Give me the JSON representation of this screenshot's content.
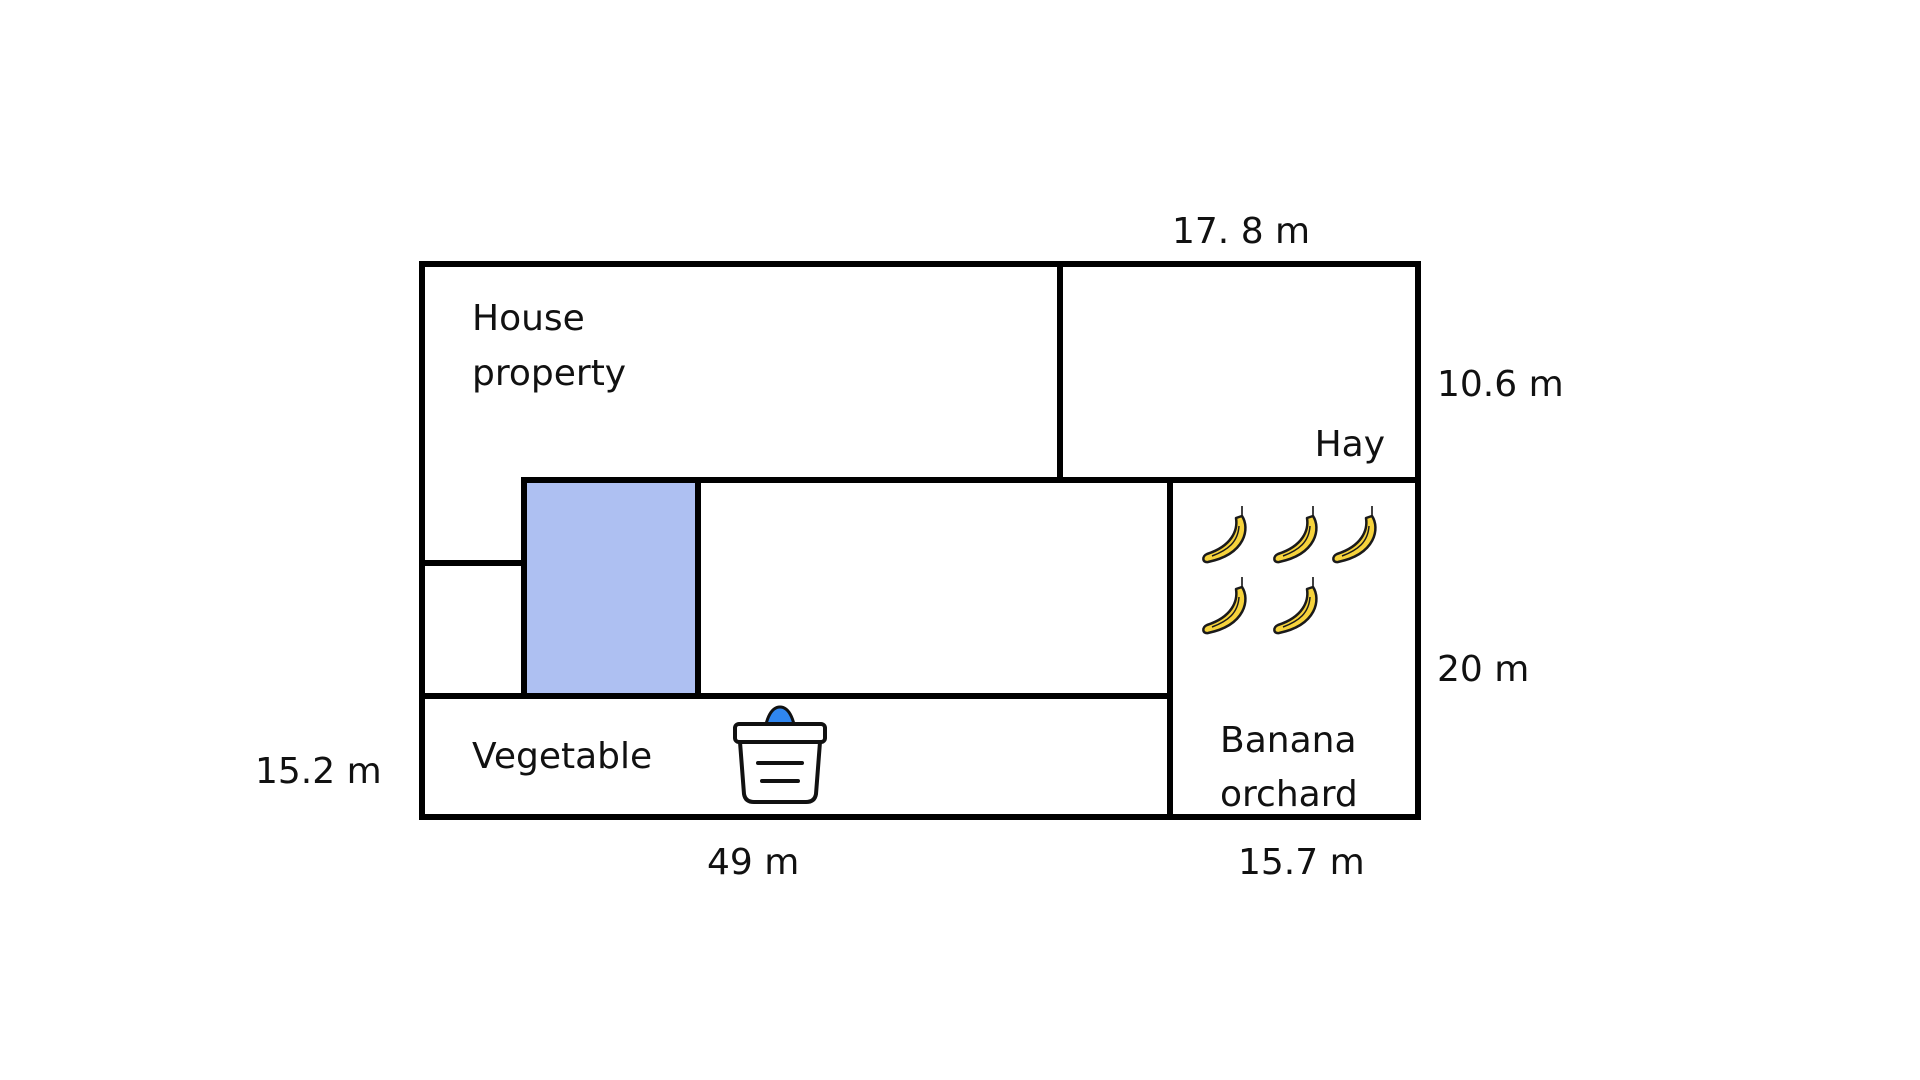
{
  "labels": {
    "house_line1": "House",
    "house_line2": "property",
    "hay": "Hay",
    "vegetable": "Vegetable",
    "banana_line1": "Banana",
    "banana_line2": "orchard"
  },
  "dimensions": {
    "top_right": "17. 8 m",
    "right_upper": "10.6 m",
    "right_lower": "20 m",
    "left": "15.2 m",
    "bottom_left": "49 m",
    "bottom_right": "15.7 m"
  },
  "colors": {
    "pond_fill": "#aec0f2",
    "basket_item": "#2f86f0",
    "banana_fill": "#f6d33c",
    "outline": "#000000"
  },
  "icons": {
    "banana": "banana-icon",
    "basket": "vegetable-basket-icon"
  }
}
